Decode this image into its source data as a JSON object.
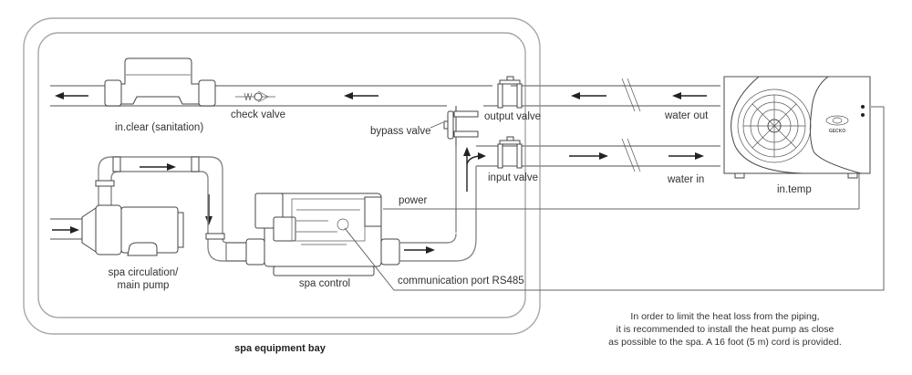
{
  "diagram": {
    "title": "spa equipment bay",
    "labels": {
      "inclear": "in.clear (sanitation)",
      "check_valve": "check valve",
      "bypass_valve": "bypass valve",
      "output_valve": "output valve",
      "input_valve": "input valve",
      "power": "power",
      "water_out": "water out",
      "water_in": "water in",
      "intemp": "in.temp",
      "pump_line1": "spa circulation/",
      "pump_line2": "main pump",
      "spa_control": "spa control",
      "comm_port": "communication port RS485",
      "brand": "GECKO"
    },
    "note": [
      "In order to limit the heat loss from the piping,",
      "it is recommended to install the heat pump as close",
      "as possible to the spa. A 16 foot (5 m) cord is provided."
    ],
    "connections": [
      {
        "from": "spa circulation/main pump",
        "to": "spa control"
      },
      {
        "from": "spa control",
        "to": "input valve"
      },
      {
        "from": "input valve",
        "to": "in.temp",
        "label": "water in"
      },
      {
        "from": "in.temp",
        "to": "output valve",
        "label": "water out"
      },
      {
        "from": "output valve",
        "to": "check valve"
      },
      {
        "from": "check valve",
        "to": "in.clear (sanitation)"
      },
      {
        "from": "spa control",
        "to": "in.temp",
        "label": "power"
      },
      {
        "from": "spa control",
        "to": "in.temp",
        "label": "communication port RS485"
      }
    ]
  }
}
